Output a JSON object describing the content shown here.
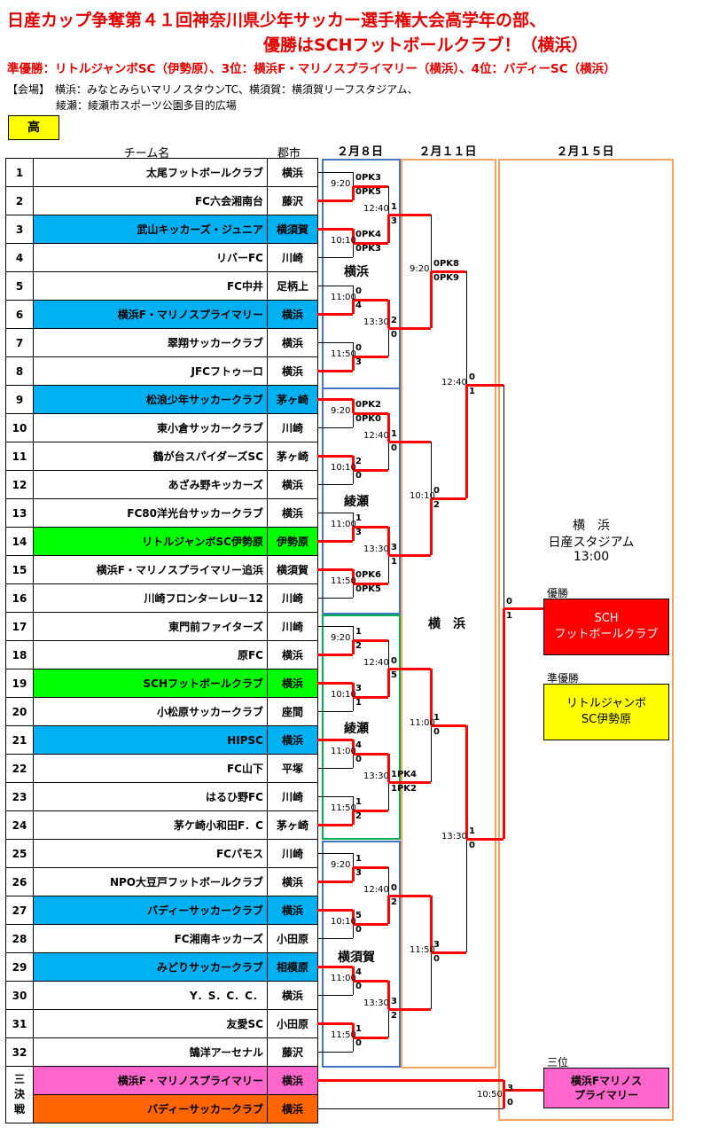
{
  "title": {
    "line1": "日産カップ争奪第４１回神奈川県少年サッカー選手権大会高学年の部、",
    "line2": "優勝はSCHフットボールクラブ！（横浜）"
  },
  "subtitle": "準優勝：リトルジャンボSC（伊勢原）、3位：横浜F・マリノスプライマリー（横浜）、4位：バディーSC（横浜）",
  "venue_info": {
    "line1": "【会場】　横浜：みなとみらいマリノスタウンTC、横須賀：横須賀リーフスタジアム、",
    "line2": "綾瀬：綾瀬市スポーツ公園多目的広場"
  },
  "badge": "高",
  "headers": {
    "team": "チーム名",
    "city": "郡市"
  },
  "teams": [
    {
      "no": "1",
      "name": "太尾フットボールクラブ",
      "city": "横浜",
      "color": ""
    },
    {
      "no": "2",
      "name": "FC六会湘南台",
      "city": "藤沢",
      "color": ""
    },
    {
      "no": "3",
      "name": "武山キッカーズ・ジュニア",
      "city": "横須賀",
      "color": "blue"
    },
    {
      "no": "4",
      "name": "リバーFC",
      "city": "川崎",
      "color": ""
    },
    {
      "no": "5",
      "name": "FC中井",
      "city": "足柄上",
      "color": ""
    },
    {
      "no": "6",
      "name": "横浜F・マリノスプライマリー",
      "city": "横浜",
      "color": "blue"
    },
    {
      "no": "7",
      "name": "翠翔サッカークラブ",
      "city": "横浜",
      "color": ""
    },
    {
      "no": "8",
      "name": "JFCフトゥーロ",
      "city": "横浜",
      "color": ""
    },
    {
      "no": "9",
      "name": "松浪少年サッカークラブ",
      "city": "茅ヶ崎",
      "color": "blue"
    },
    {
      "no": "10",
      "name": "東小倉サッカークラブ",
      "city": "川崎",
      "color": ""
    },
    {
      "no": "11",
      "name": "鶴が台スパイダーズSC",
      "city": "茅ヶ崎",
      "color": ""
    },
    {
      "no": "12",
      "name": "あざみ野キッカーズ",
      "city": "横浜",
      "color": ""
    },
    {
      "no": "13",
      "name": "FC80洋光台サッカークラブ",
      "city": "横浜",
      "color": ""
    },
    {
      "no": "14",
      "name": "リトルジャンボSC伊勢原",
      "city": "伊勢原",
      "color": "green"
    },
    {
      "no": "15",
      "name": "横浜F・マリノスプライマリー追浜",
      "city": "横須賀",
      "color": ""
    },
    {
      "no": "16",
      "name": "川崎フロンターレU－12",
      "city": "川崎",
      "color": ""
    },
    {
      "no": "17",
      "name": "東門前ファイターズ",
      "city": "川崎",
      "color": ""
    },
    {
      "no": "18",
      "name": "原FC",
      "city": "横浜",
      "color": ""
    },
    {
      "no": "19",
      "name": "SCHフットボールクラブ",
      "city": "横浜",
      "color": "green"
    },
    {
      "no": "20",
      "name": "小松原サッカークラブ",
      "city": "座間",
      "color": ""
    },
    {
      "no": "21",
      "name": "HIPSC",
      "city": "横浜",
      "color": "blue"
    },
    {
      "no": "22",
      "name": "FC山下",
      "city": "平塚",
      "color": ""
    },
    {
      "no": "23",
      "name": "はるひ野FC",
      "city": "川崎",
      "color": ""
    },
    {
      "no": "24",
      "name": "茅ケ崎小和田F．C",
      "city": "茅ヶ崎",
      "color": ""
    },
    {
      "no": "25",
      "name": "FCパモス",
      "city": "川崎",
      "color": ""
    },
    {
      "no": "26",
      "name": "NPO大豆戸フットボールクラブ",
      "city": "横浜",
      "color": ""
    },
    {
      "no": "27",
      "name": "バディーサッカークラブ",
      "city": "横浜",
      "color": "blue"
    },
    {
      "no": "28",
      "name": "FC湘南キッカーズ",
      "city": "小田原",
      "color": ""
    },
    {
      "no": "29",
      "name": "みどりサッカークラブ",
      "city": "相模原",
      "color": "blue"
    },
    {
      "no": "30",
      "name": "Y．S．C．C．",
      "city": "横浜",
      "color": ""
    },
    {
      "no": "31",
      "name": "友愛SC",
      "city": "小田原",
      "color": ""
    },
    {
      "no": "32",
      "name": "鵠洋アーセナル",
      "city": "藤沢",
      "color": ""
    }
  ],
  "third_place": {
    "label": "三決戦",
    "teams": [
      {
        "name": "横浜F・マリノスプライマリー",
        "city": "横浜",
        "color": "pink"
      },
      {
        "name": "バディーサッカークラブ",
        "city": "横浜",
        "color": "orange"
      }
    ]
  },
  "dates": [
    "２月８日",
    "２月１１日",
    "２月１５日"
  ],
  "venues": {
    "block1": "横浜",
    "block2": "綾瀬",
    "block3": "綾瀬",
    "block4": "横須賀",
    "day2": "横　浜",
    "final_line1": "横　浜",
    "final_line2": "日産スタジアム",
    "final_time": "13:00"
  },
  "results": {
    "winner_label": "優勝",
    "winner_line1": "SCH",
    "winner_line2": "フットボールクラブ",
    "runner_label": "準優勝",
    "runner_line1": "リトルジャンボ",
    "runner_line2": "SC伊勢原",
    "third_label": "三位",
    "third_line1": "横浜Fマリノス",
    "third_line2": "プライマリー"
  },
  "times": {
    "r1": [
      "9:20",
      "10:10",
      "11:00",
      "11:50",
      "9:20",
      "10:10",
      "11:00",
      "11:50",
      "9:20",
      "10:10",
      "11:00",
      "11:50",
      "9:20",
      "10:10",
      "11:00",
      "11:50"
    ],
    "r2": [
      "12:40",
      "13:30",
      "12:40",
      "13:30",
      "12:40",
      "13:30",
      "12:40",
      "13:30"
    ],
    "r3": [
      "9:20",
      "10:10",
      "11:00",
      "11:50"
    ],
    "r4": [
      "12:40",
      "13:30"
    ],
    "final": "",
    "third": "10:50"
  },
  "scores": {
    "r1": [
      [
        "0PK3",
        "0PK5"
      ],
      [
        "0PK4",
        "0PK3"
      ],
      [
        "0",
        "4"
      ],
      [
        "0",
        "3"
      ],
      [
        "0PK2",
        "0PK0"
      ],
      [
        "2",
        "0"
      ],
      [
        "1",
        "3"
      ],
      [
        "0PK6",
        "0PK5"
      ],
      [
        "1",
        "2"
      ],
      [
        "3",
        "1"
      ],
      [
        "4",
        "0"
      ],
      [
        "1",
        "2"
      ],
      [
        "1",
        "3"
      ],
      [
        "5",
        "0"
      ],
      [
        "4",
        "0"
      ],
      [
        "1",
        "0"
      ]
    ],
    "r2": [
      [
        "1",
        "3"
      ],
      [
        "2",
        "0"
      ],
      [
        "1",
        "0"
      ],
      [
        "3",
        "1"
      ],
      [
        "0",
        "5"
      ],
      [
        "1PK4",
        "1PK2"
      ],
      [
        "0",
        "2"
      ],
      [
        "3",
        "2"
      ]
    ],
    "r3": [
      [
        "0PK8",
        "0PK9"
      ],
      [
        "0",
        "2"
      ],
      [
        "1",
        "0"
      ],
      [
        "3",
        "0"
      ]
    ],
    "r4": [
      [
        "0",
        "1"
      ],
      [
        "1",
        "0"
      ]
    ],
    "final": [
      "0",
      "1"
    ],
    "third": [
      "3",
      "0"
    ]
  }
}
